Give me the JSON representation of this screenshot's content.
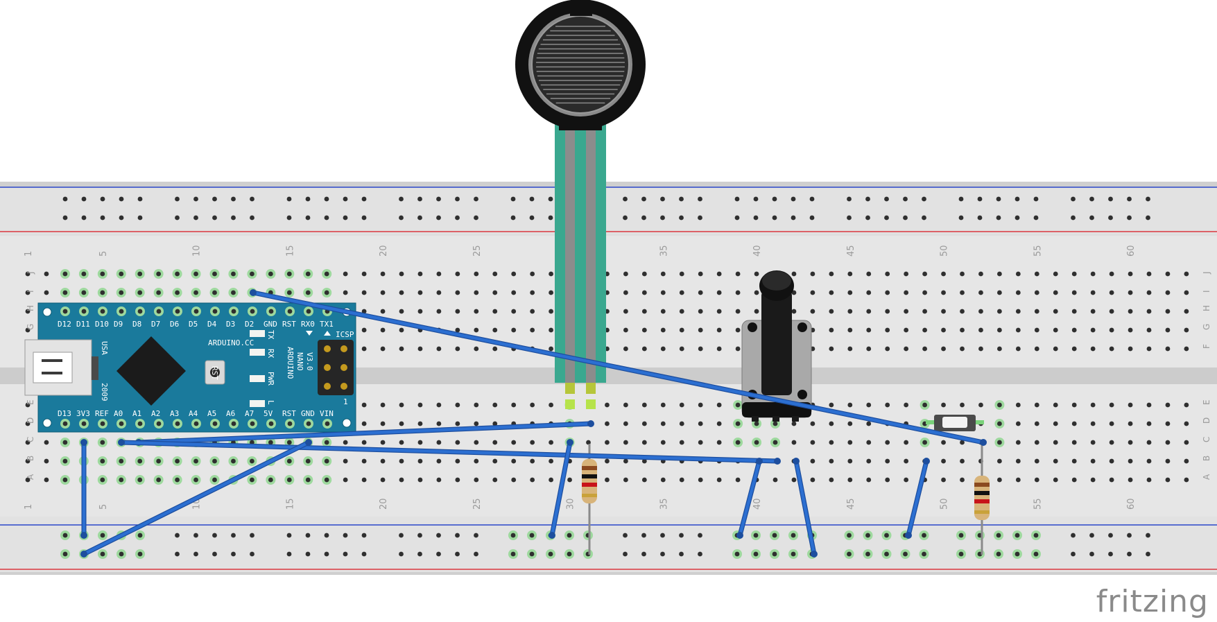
{
  "brand": "fritzing",
  "breadboard": {
    "column_numbers": [
      "1",
      "5",
      "10",
      "15",
      "20",
      "25",
      "30",
      "35",
      "40",
      "45",
      "50",
      "55",
      "60"
    ],
    "row_letters_top": [
      "J",
      "I",
      "H",
      "G",
      "F"
    ],
    "row_letters_bottom": [
      "E",
      "D",
      "C",
      "B",
      "A"
    ]
  },
  "arduino": {
    "top_pins": [
      "D12",
      "D11",
      "D10",
      "D9",
      "D8",
      "D7",
      "D6",
      "D5",
      "D4",
      "D3",
      "D2",
      "GND",
      "RST",
      "RX0",
      "TX1"
    ],
    "bottom_pins": [
      "D13",
      "3V3",
      "REF",
      "A0",
      "A1",
      "A2",
      "A3",
      "A4",
      "A5",
      "A6",
      "A7",
      "5V",
      "RST",
      "GND",
      "VIN"
    ],
    "site": "ARDUINO.CC",
    "model_lines": [
      "ARDUINO",
      "NANO",
      "V3.0"
    ],
    "country": "USA",
    "year": "2009",
    "rst": "RST",
    "icsp": "ICSP",
    "leds": [
      "TX",
      "RX",
      "PWR",
      "L"
    ],
    "pin1": "1"
  },
  "colors": {
    "board": "#1a7a9c",
    "wire": "#2c6fd1",
    "breadboard": "#dcdcdc",
    "rail_red": "#d9363e",
    "rail_blue": "#2b46c9",
    "fsr_tail": "#3aa88f"
  }
}
